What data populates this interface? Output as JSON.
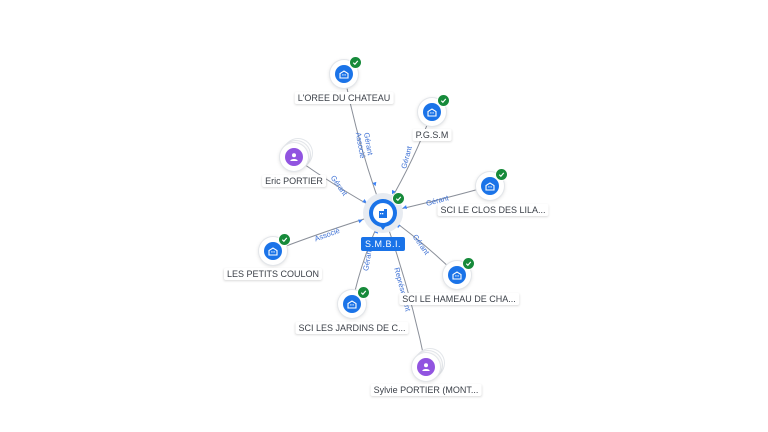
{
  "center": {
    "label": "S.M.B.I.",
    "icon": "company-icon",
    "verified": true
  },
  "nodes": [
    {
      "id": "loree",
      "label": "L'OREE DU CHATEAU",
      "kind": "company",
      "verified": true
    },
    {
      "id": "pgsm",
      "label": "P.G.S.M",
      "kind": "company",
      "verified": true
    },
    {
      "id": "eric",
      "label": "Eric PORTIER",
      "kind": "person",
      "verified": false
    },
    {
      "id": "clos",
      "label": "SCI LE CLOS DES LILA...",
      "kind": "company",
      "verified": true
    },
    {
      "id": "coulon",
      "label": "LES PETITS COULON",
      "kind": "company",
      "verified": true
    },
    {
      "id": "hameau",
      "label": "SCI LE HAMEAU DE CHA...",
      "kind": "company",
      "verified": true
    },
    {
      "id": "jardins",
      "label": "SCI LES JARDINS DE C...",
      "kind": "company",
      "verified": true
    },
    {
      "id": "sylvie",
      "label": "Sylvie PORTIER (MONT...",
      "kind": "person",
      "verified": false
    }
  ],
  "edges": [
    {
      "to": "loree",
      "label": "Gérant\nAssocié"
    },
    {
      "to": "pgsm",
      "label": "Gérant"
    },
    {
      "to": "eric",
      "label": "Gérant"
    },
    {
      "to": "clos",
      "label": "Gérant"
    },
    {
      "to": "coulon",
      "label": "Associé"
    },
    {
      "to": "hameau",
      "label": "Gérant"
    },
    {
      "to": "jardins",
      "label": "Gérant"
    },
    {
      "to": "sylvie",
      "label": "Représentant"
    }
  ],
  "colors": {
    "company": "#1a73e8",
    "person": "#9154e0",
    "verified": "#168a3a",
    "edge": "#8a8f99",
    "edge_label": "#3b6fd4"
  }
}
